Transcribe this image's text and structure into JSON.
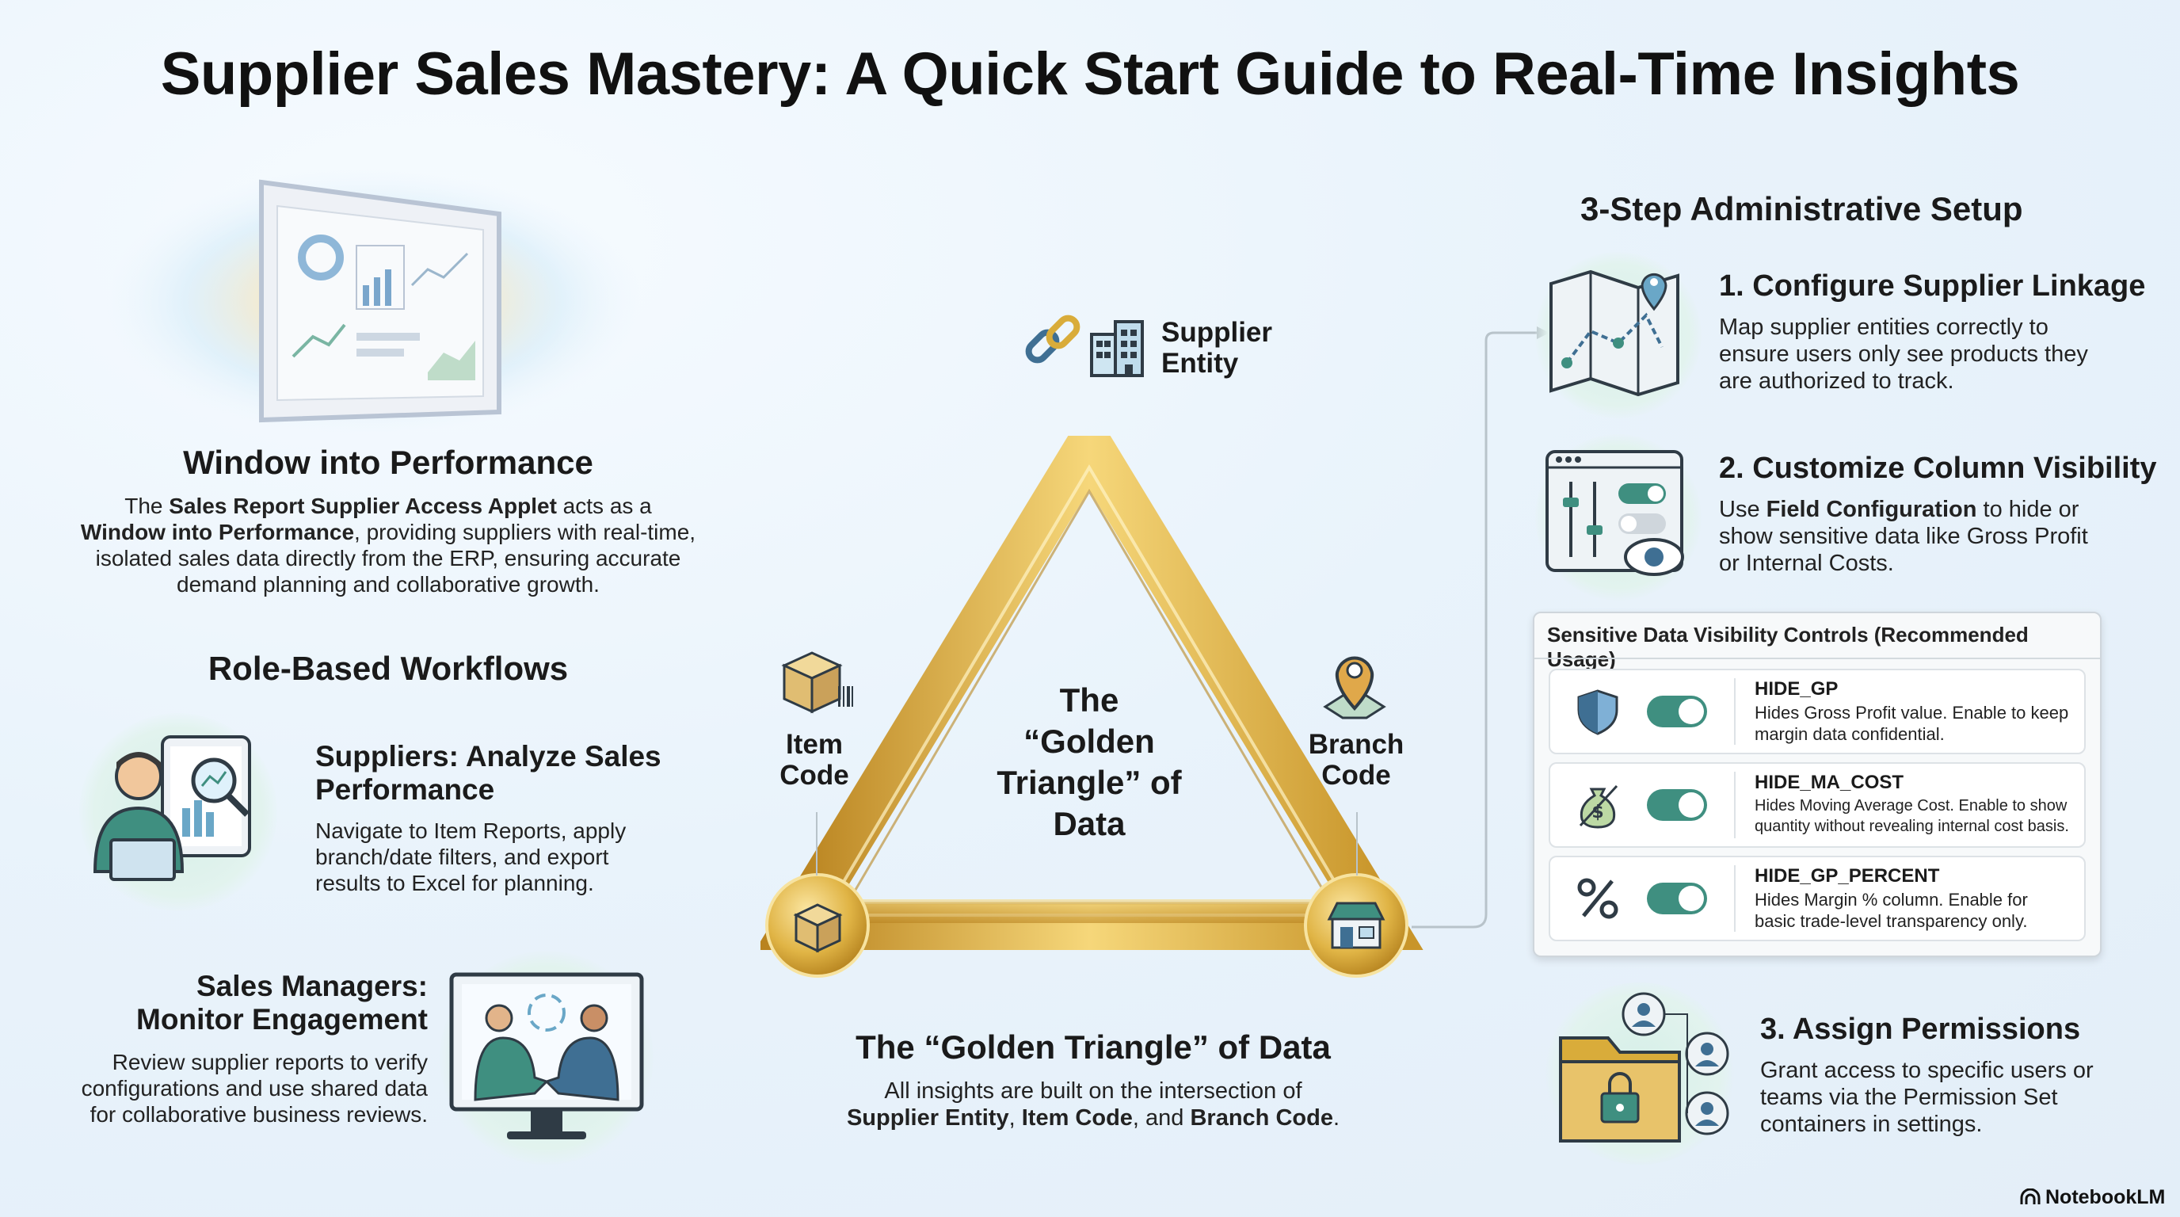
{
  "page_title": "Supplier Sales Mastery: A Quick Start Guide to Real-Time Insights",
  "window": {
    "heading": "Window into Performance",
    "text_parts": [
      "The ",
      "Sales Report Supplier Access Applet",
      " acts as a ",
      "Window into Performance",
      ", providing suppliers with real-time, isolated sales data directly from the ERP, ensuring accurate demand planning and collaborative growth."
    ]
  },
  "roles": {
    "heading": "Role-Based Workflows",
    "suppliers": {
      "title": "Suppliers: Analyze Sales Performance",
      "text": "Navigate to Item Reports, apply branch/date filters, and export results to Excel for planning."
    },
    "managers": {
      "title": "Sales Managers: Monitor Engagement",
      "text": "Review supplier reports to verify configurations and use shared data for collaborative business reviews."
    }
  },
  "triangle": {
    "center_label": "The “Golden Triangle” of Data",
    "supplier_label": "Supplier Entity",
    "item_label": "Item Code",
    "branch_label": "Branch Code",
    "caption_title": "The “Golden Triangle” of Data",
    "caption_line1": "All insights are built on the intersection of",
    "caption_parts": [
      "Supplier Entity",
      ", ",
      "Item Code",
      ", and ",
      "Branch Code",
      "."
    ]
  },
  "setup": {
    "heading": "3-Step Administrative Setup",
    "step1": {
      "title": "1. Configure Supplier Linkage",
      "text": "Map supplier entities correctly to ensure users only see products they are authorized to track."
    },
    "step2": {
      "title": "2. Customize Column Visibility",
      "text_parts": [
        "Use ",
        "Field Configuration",
        " to hide or show sensitive data like Gross Profit or Internal Costs."
      ]
    },
    "table": {
      "header": "Sensitive Data Visibility Controls (Recommended Usage)",
      "rows": [
        {
          "code": "HIDE_GP",
          "desc": "Hides Gross Profit value. Enable to keep margin data confidential.",
          "icon": "shield-icon"
        },
        {
          "code": "HIDE_MA_COST",
          "desc": "Hides Moving Average Cost. Enable to show quantity without revealing internal cost basis.",
          "icon": "money-bag-icon"
        },
        {
          "code": "HIDE_GP_PERCENT",
          "desc": "Hides Margin % column. Enable for basic trade-level transparency only.",
          "icon": "percent-icon"
        }
      ]
    },
    "step3": {
      "title": "3. Assign Permissions",
      "text": "Grant access to specific users or teams via the Permission Set containers in settings."
    }
  },
  "brand": "NotebookLM",
  "colors": {
    "gold": "#d9ac3a",
    "teal": "#3f8f80",
    "accent_blue": "#3f6f93"
  }
}
